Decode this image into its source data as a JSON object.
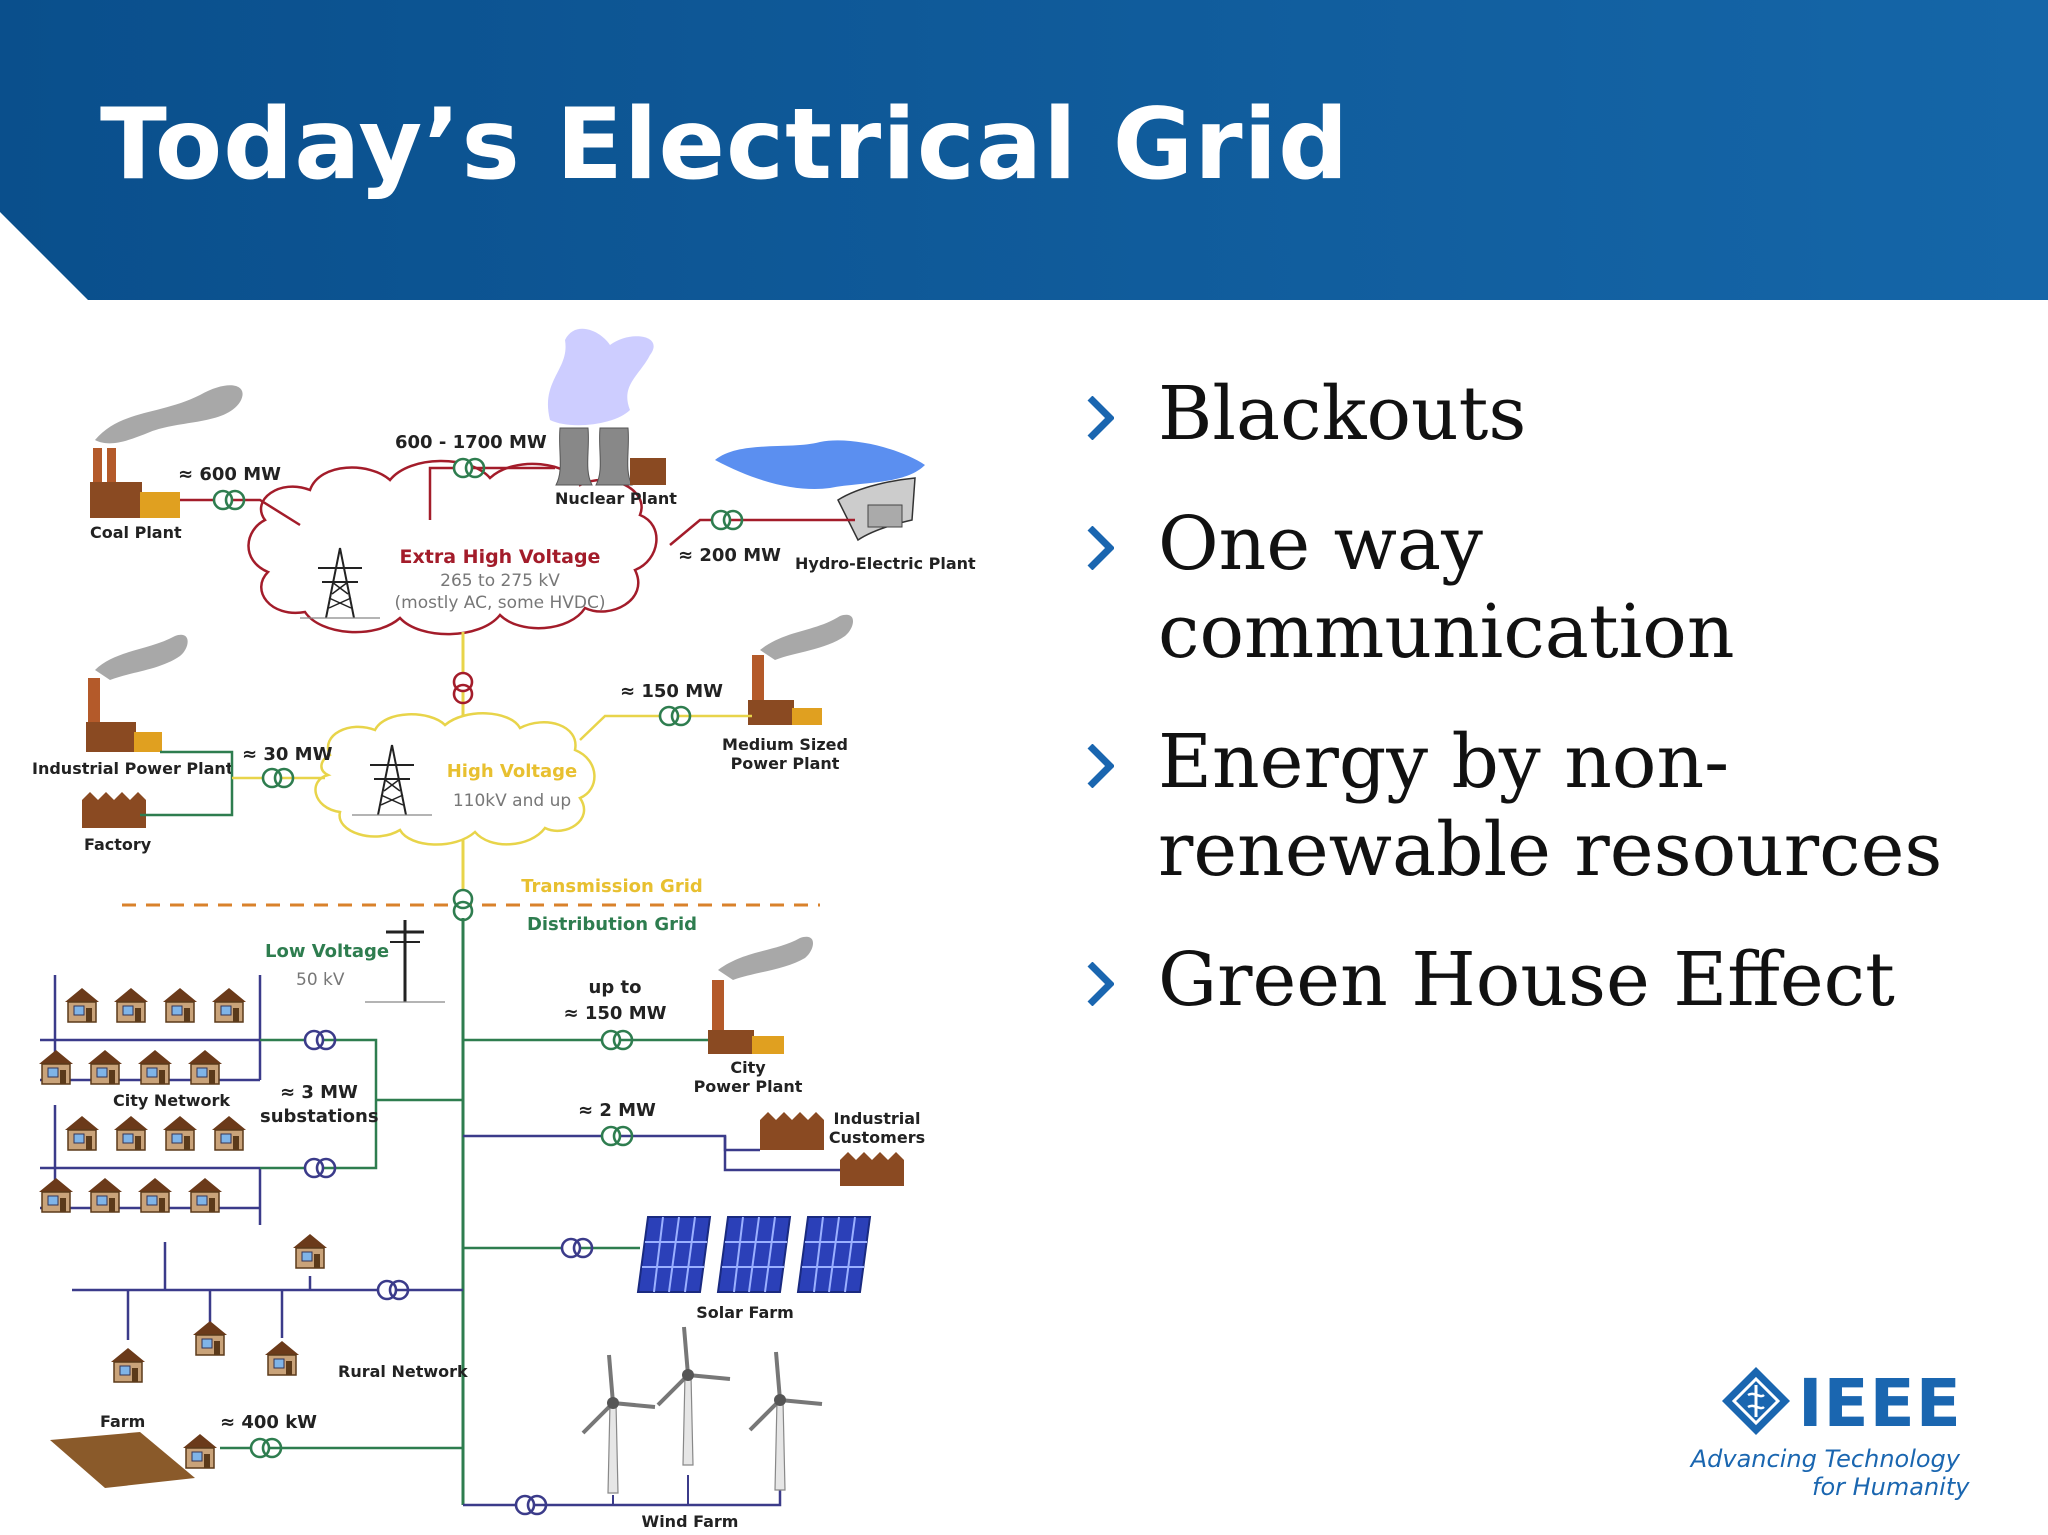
{
  "slide": {
    "title": "Today’s Electrical Grid",
    "colors": {
      "header_dark": "#0a4f8c",
      "header_light": "#1566a8",
      "bullet_chevron": "#1a66b0",
      "ehv_red": "#a31c2a",
      "hv_yellow": "#e8d44a",
      "transmission_orange": "#d9822b",
      "distribution_green": "#2e7d4f"
    }
  },
  "bullets": [
    {
      "line1": "Blackouts",
      "line2": ""
    },
    {
      "line1": "One way",
      "line2": "communication"
    },
    {
      "line1": "Energy by non-",
      "line2": "renewable resources"
    },
    {
      "line1": "Green House Effect",
      "line2": ""
    }
  ],
  "diagram": {
    "ehv": {
      "title": "Extra High Voltage",
      "line2": "265 to 275 kV",
      "line3": "(mostly AC, some HVDC)"
    },
    "hv": {
      "title": "High Voltage",
      "line2": "110kV and up"
    },
    "lv": {
      "title": "Low Voltage",
      "line2": "50 kV"
    },
    "coal_plant": {
      "label": "Coal Plant",
      "power": "≈ 600  MW"
    },
    "nuclear_plant": {
      "label": "Nuclear Plant",
      "power": "600 - 1700  MW"
    },
    "hydro_plant": {
      "label": "Hydro-Electric Plant",
      "power": "≈ 200  MW"
    },
    "medium_plant": {
      "label_line1": "Medium Sized",
      "label_line2": "Power Plant",
      "power": "≈ 150  MW"
    },
    "industrial_plant": {
      "label": "Industrial Power Plant",
      "power": "≈ 30 MW"
    },
    "factory": {
      "label": "Factory"
    },
    "transmission_label": "Transmission Grid",
    "distribution_label": "Distribution Grid",
    "city_plant": {
      "label_line1": "City",
      "label_line2": "Power Plant",
      "power_line1": "up to",
      "power_line2": "≈ 150  MW"
    },
    "industrial_customers": {
      "label_line1": "Industrial",
      "label_line2": "Customers",
      "power": "≈ 2  MW"
    },
    "city_network": {
      "label": "City Network",
      "power_line1": "≈ 3  MW",
      "power_line2": "substations"
    },
    "solar_farm": {
      "label": "Solar Farm"
    },
    "rural_network": {
      "label": "Rural Network"
    },
    "farm": {
      "label": "Farm",
      "power": "≈ 400 kW"
    },
    "wind_farm": {
      "label": "Wind Farm"
    }
  },
  "logo": {
    "name": "IEEE",
    "tagline_line1": "Advancing Technology",
    "tagline_line2": "for Humanity",
    "icon": "ieee-diamond-icon"
  }
}
